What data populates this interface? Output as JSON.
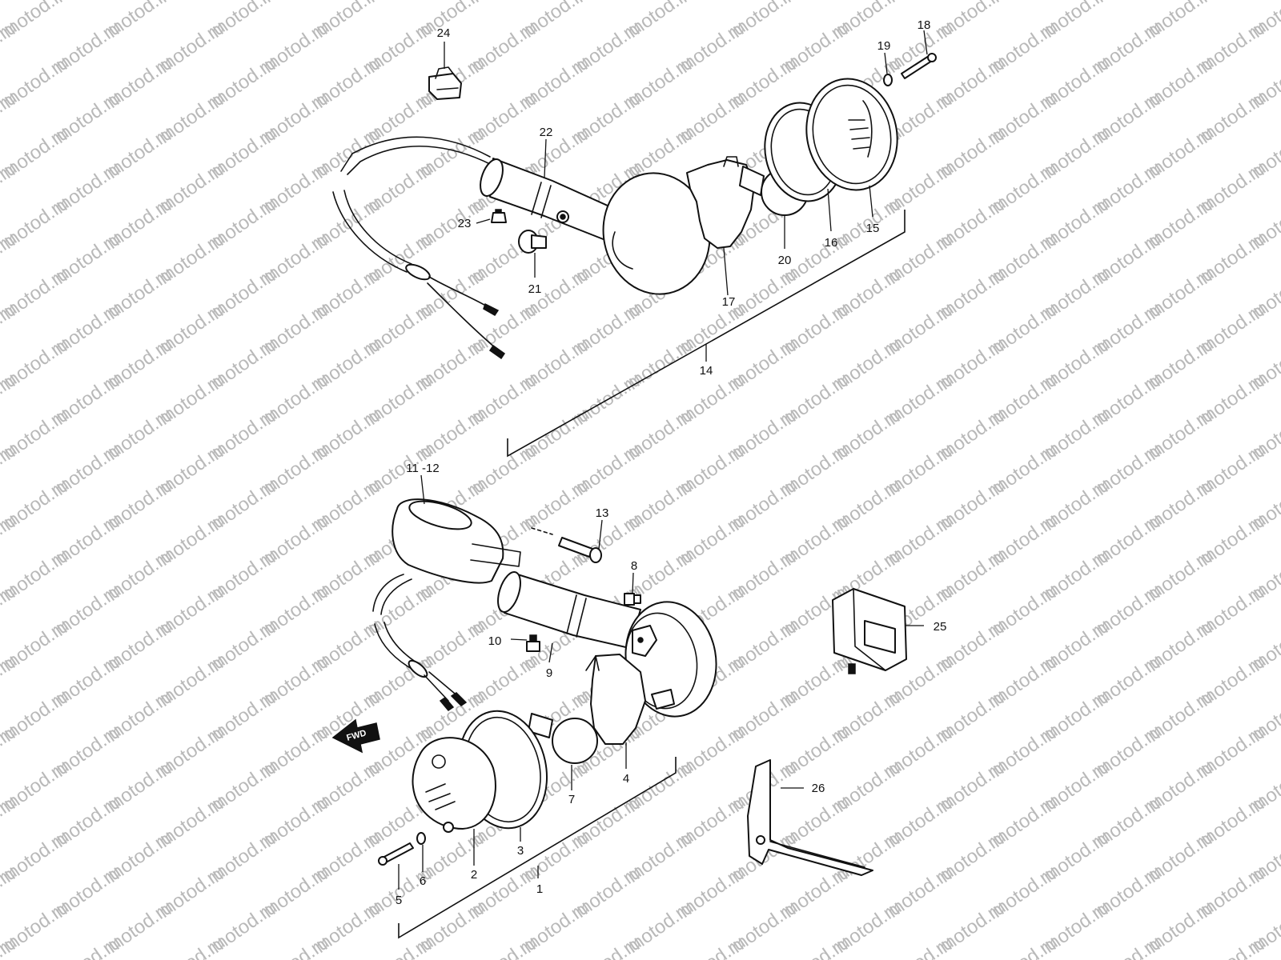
{
  "watermark": "motod.ru",
  "direction_label": "FWD",
  "callouts": {
    "p1": "1",
    "p2": "2",
    "p3": "3",
    "p4": "4",
    "p5": "5",
    "p6": "6",
    "p7": "7",
    "p8": "8",
    "p9": "9",
    "p10": "10",
    "p11_12": "11 -12",
    "p13": "13",
    "p14": "14",
    "p15": "15",
    "p16": "16",
    "p17": "17",
    "p18": "18",
    "p19": "19",
    "p20": "20",
    "p21": "21",
    "p22": "22",
    "p23": "23",
    "p24": "24",
    "p25": "25",
    "p26": "26"
  }
}
